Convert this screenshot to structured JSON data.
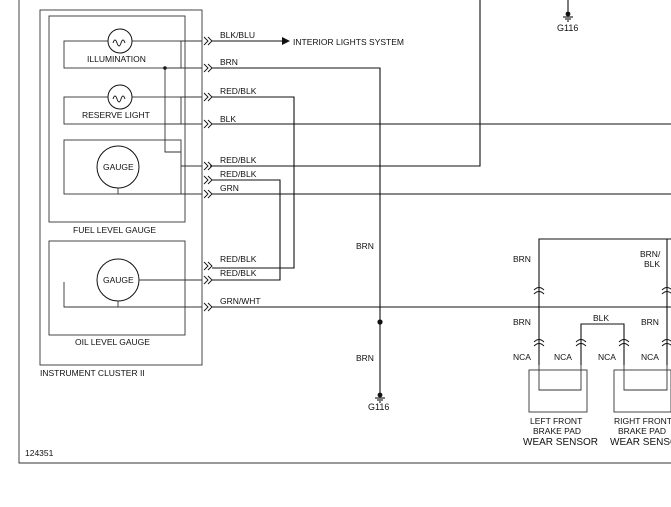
{
  "diagram_id": "124351",
  "ground_top": "G116",
  "ground_bottom": "G116",
  "cluster": {
    "title": "INSTRUMENT CLUSTER II",
    "fuel_box_label": "FUEL LEVEL GAUGE",
    "oil_box_label": "OIL LEVEL GAUGE",
    "illumination_label": "ILLUMINATION",
    "reserve_label": "RESERVE LIGHT",
    "fuel_gauge_label": "GAUGE",
    "oil_gauge_label": "GAUGE"
  },
  "wires": {
    "blk_blu": "BLK/BLU",
    "interior_lights": "INTERIOR LIGHTS SYSTEM",
    "brn_top": "BRN",
    "red_blk_1": "RED/BLK",
    "blk": "BLK",
    "red_blk_2": "RED/BLK",
    "red_blk_3": "RED/BLK",
    "grn": "GRN",
    "red_blk_4": "RED/BLK",
    "red_blk_5": "RED/BLK",
    "grn_wht": "GRN/WHT",
    "brn_vertical_upper": "BRN",
    "brn_vertical_lower": "BRN"
  },
  "sensors": {
    "brn_left_upper": "BRN",
    "brn_left_lower": "BRN",
    "brn_blk_right": "BRN/BLK",
    "brn_right_lower": "BRN",
    "blk_bridge": "BLK",
    "nca_1": "NCA",
    "nca_2": "NCA",
    "nca_3": "NCA",
    "nca_4": "NCA",
    "left_line1": "LEFT FRONT",
    "left_line2": "BRAKE PAD",
    "left_line3": "WEAR SENSOR",
    "right_line1": "RIGHT FRONT",
    "right_line2": "BRAKE PAD",
    "right_line3": "WEAR SENSOR"
  }
}
